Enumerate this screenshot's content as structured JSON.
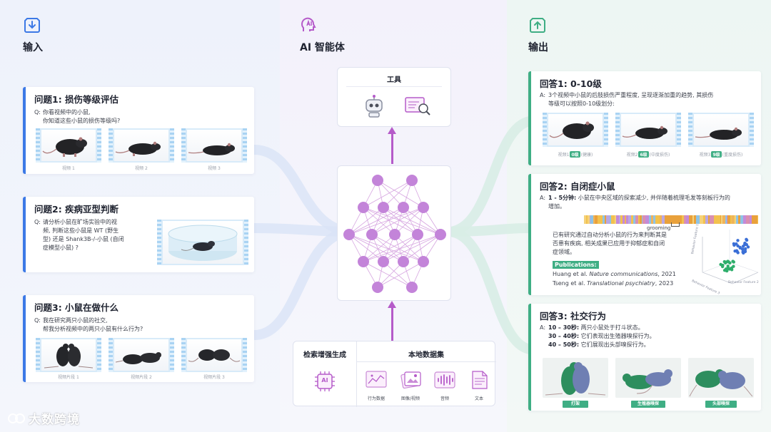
{
  "columns": {
    "input": {
      "title": "输入",
      "icon": "download-icon"
    },
    "agent": {
      "title": "AI 智能体",
      "icon": "ai-head-icon"
    },
    "output": {
      "title": "输出",
      "icon": "upload-icon"
    }
  },
  "questions": [
    {
      "title": "问题1: 损伤等级评估",
      "prefix": "Q:",
      "lines": [
        "你看视频中的小鼠,",
        "你知道这些小鼠的损伤等级吗?"
      ],
      "clips": [
        "视频 1",
        "视频 2",
        "视频 3"
      ]
    },
    {
      "title": "问题2: 疾病亚型判断",
      "prefix": "Q:",
      "lines": [
        "请分析小鼠在旷场实验中的视",
        "频, 判断这些小鼠是 WT (野生",
        "型) 还是 Shank3B-/-小鼠 (自闭",
        "症模型小鼠) ?"
      ]
    },
    {
      "title": "问题3: 小鼠在做什么",
      "prefix": "Q:",
      "lines": [
        "我在研究两只小鼠的社交,",
        "帮我分析视频中的两只小鼠有什么行为?"
      ],
      "clips": [
        "视频片段 1",
        "视频片段 2",
        "视频片段 3"
      ]
    }
  ],
  "agent": {
    "tools_title": "工具",
    "tools_icons": [
      "robot-icon",
      "document-search-icon"
    ],
    "rag_title": "检索增强生成",
    "rag_chip": "AI",
    "dataset_title": "本地数据集",
    "dataset_items": [
      {
        "label": "行为数据",
        "icon": "behavior-data-icon"
      },
      {
        "label": "图像/视频",
        "icon": "image-video-icon"
      },
      {
        "label": "音频",
        "icon": "audio-icon"
      },
      {
        "label": "文本",
        "icon": "text-icon"
      }
    ]
  },
  "answers": [
    {
      "title": "回答1: 0-10级",
      "prefix": "A:",
      "lines": [
        "3个视频中小鼠的后肢损伤严重程度, 呈现逐渐加重的趋势, 其损伤",
        "等级可以按照0-10级划分:"
      ],
      "clips": [
        {
          "pre": "视频1",
          "tag": "0级",
          "post": "(健康)"
        },
        {
          "pre": "视频2",
          "tag": "6级",
          "post": "(中度损伤)"
        },
        {
          "pre": "视频3",
          "tag": "9级",
          "post": "(重度损伤)"
        }
      ]
    },
    {
      "title": "回答2: 自闭症小鼠",
      "prefix": "A:",
      "lead": "1 - 5分钟:",
      "line1_rest": "小鼠在中央区域的探索减少, 并伴随着梳理毛发等刻板行为的",
      "line2": "增加。",
      "grooming_label": "grooming",
      "para": [
        "已有研究通过自动分析小鼠的行为来判断其是",
        "否患有疾病, 相关成果已应用于抑郁症和自闭",
        "症领域。"
      ],
      "publications_label": "Publications:",
      "pubs": [
        {
          "authors": "Huang et al.",
          "journal": "Nature communications",
          "year": ", 2021"
        },
        {
          "authors": "Tseng et al.",
          "journal": "Translational psychiatry",
          "year": ", 2023"
        }
      ],
      "axis_labels": [
        "Behavior Feature 1",
        "Behavior Feature 2",
        "Behavior Feature 3"
      ],
      "colors": {
        "cluster_a": "#3b6fd6",
        "cluster_b": "#2eae6b"
      }
    },
    {
      "title": "回答3: 社交行为",
      "prefix": "A:",
      "items": [
        {
          "time": "10 – 30秒:",
          "text": "两只小鼠处于打斗状态。"
        },
        {
          "time": "30 – 40秒:",
          "text": "它们表现出生殖器嗅探行为。"
        },
        {
          "time": "40 – 50秒:",
          "text": "它们展现出头部嗅探行为。"
        }
      ],
      "photo_tags": [
        "打架",
        "生殖器嗅探",
        "头部嗅探"
      ]
    }
  ],
  "watermark": "大数跨境",
  "colors": {
    "input_accent": "#3c79e6",
    "output_accent": "#3fae84",
    "agent_accent": "#b55bc9"
  }
}
